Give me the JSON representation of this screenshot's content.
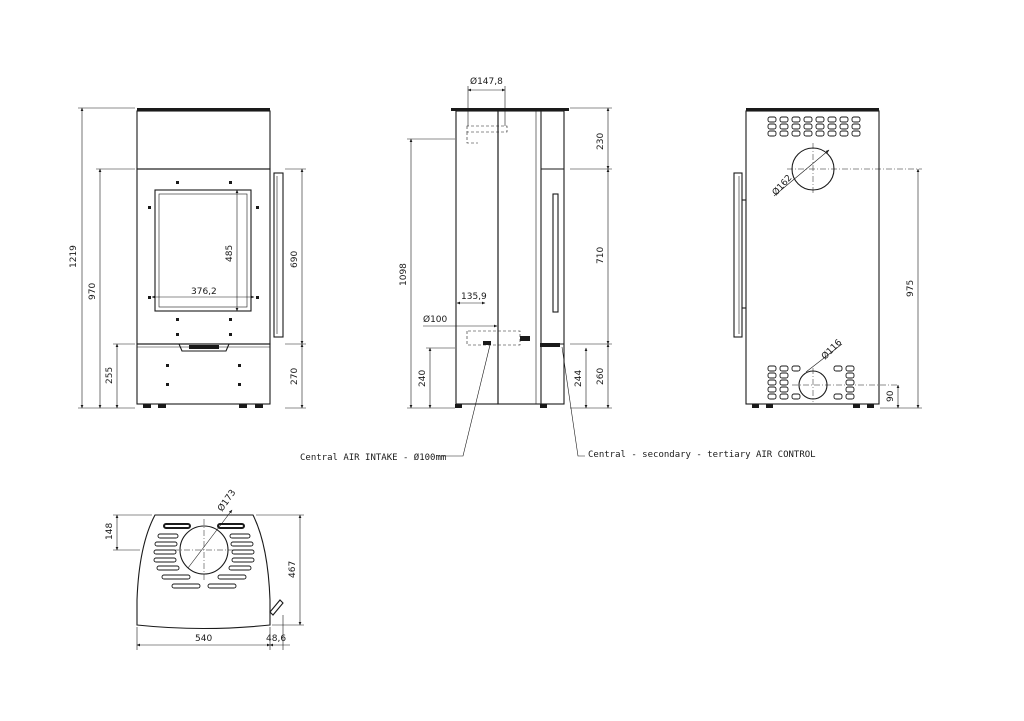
{
  "front_view": {
    "dim_total_height": "1219",
    "dim_body_height": "970",
    "dim_base_height": "255",
    "dim_door_height": "690",
    "dim_handle_base": "270",
    "dim_glass_height": "485",
    "dim_glass_width": "376,2"
  },
  "side_view": {
    "dim_flue_diameter": "Ø147,8",
    "dim_top_offset": "230",
    "dim_side_height": "1098",
    "dim_door_height": "710",
    "dim_intake_offset": "135,9",
    "dim_intake_diameter": "Ø100",
    "dim_intake_height": "240",
    "dim_control_height": "244",
    "dim_control_base": "260"
  },
  "rear_view": {
    "dim_outlet_diameter": "Ø162",
    "dim_outlet_height": "975",
    "dim_lower_diameter": "Ø116",
    "dim_lower_height": "90"
  },
  "top_view": {
    "dim_collar_diameter": "Ø173",
    "dim_front_depth": "148",
    "dim_total_depth": "467",
    "dim_width": "540",
    "dim_handle_offset": "48,6"
  },
  "notes": {
    "air_intake": "Central AIR INTAKE - Ø100mm",
    "air_control": "Central - secondary - tertiary AIR CONTROL"
  }
}
